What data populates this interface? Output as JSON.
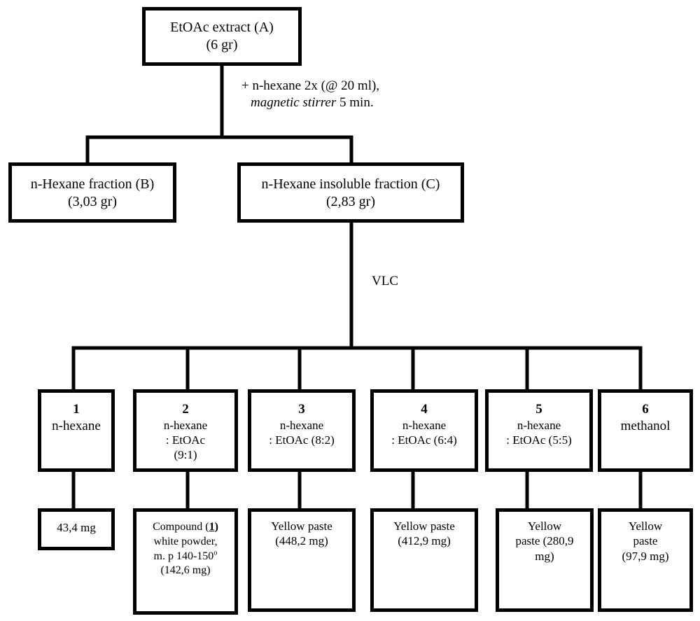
{
  "top_box": {
    "line1": "EtOAc extract (A)",
    "line2": "(6 gr)"
  },
  "step1": {
    "line1": "+ n-hexane 2x (@ 20 ml),",
    "line2_italic": "magnetic stirrer",
    "line2_rest": " 5 min."
  },
  "fraction_b": {
    "line1": "n-Hexane fraction (B)",
    "line2": "(3,03 gr)"
  },
  "fraction_c": {
    "line1": "n-Hexane insoluble fraction (C)",
    "line2": "(2,83 gr)"
  },
  "step2": {
    "label": "VLC"
  },
  "eluents": [
    {
      "number": "1",
      "line1": "n-hexane",
      "line2": "",
      "line3": ""
    },
    {
      "number": "2",
      "line1": "n-hexane",
      "line2": ": EtOAc",
      "line3": "(9:1)"
    },
    {
      "number": "3",
      "line1": "n-hexane",
      "line2": ": EtOAc (8:2)",
      "line3": ""
    },
    {
      "number": "4",
      "line1": "n-hexane",
      "line2": ": EtOAc (6:4)",
      "line3": ""
    },
    {
      "number": "5",
      "line1": "n-hexane",
      "line2": ": EtOAc (5:5)",
      "line3": ""
    },
    {
      "number": "6",
      "line1": "methanol",
      "line2": "",
      "line3": ""
    }
  ],
  "results": [
    {
      "line1": "43,4 mg",
      "line2": "",
      "line3": ""
    },
    {
      "line1_prefix": "Compound (",
      "line1_compound": "1",
      "line1_suffix": ")",
      "line2": "white powder,",
      "line3_prefix": "m. p 140-150",
      "line3_sup": "o",
      "line4": "(142,6 mg)"
    },
    {
      "line1": "Yellow paste",
      "line2": "(448,2 mg)",
      "line3": ""
    },
    {
      "line1": "Yellow paste",
      "line2": "(412,9 mg)",
      "line3": ""
    },
    {
      "line1": "Yellow",
      "line2": "paste (280,9",
      "line3": "mg)"
    },
    {
      "line1": "Yellow",
      "line2": "paste",
      "line3": "(97,9 mg)"
    }
  ]
}
